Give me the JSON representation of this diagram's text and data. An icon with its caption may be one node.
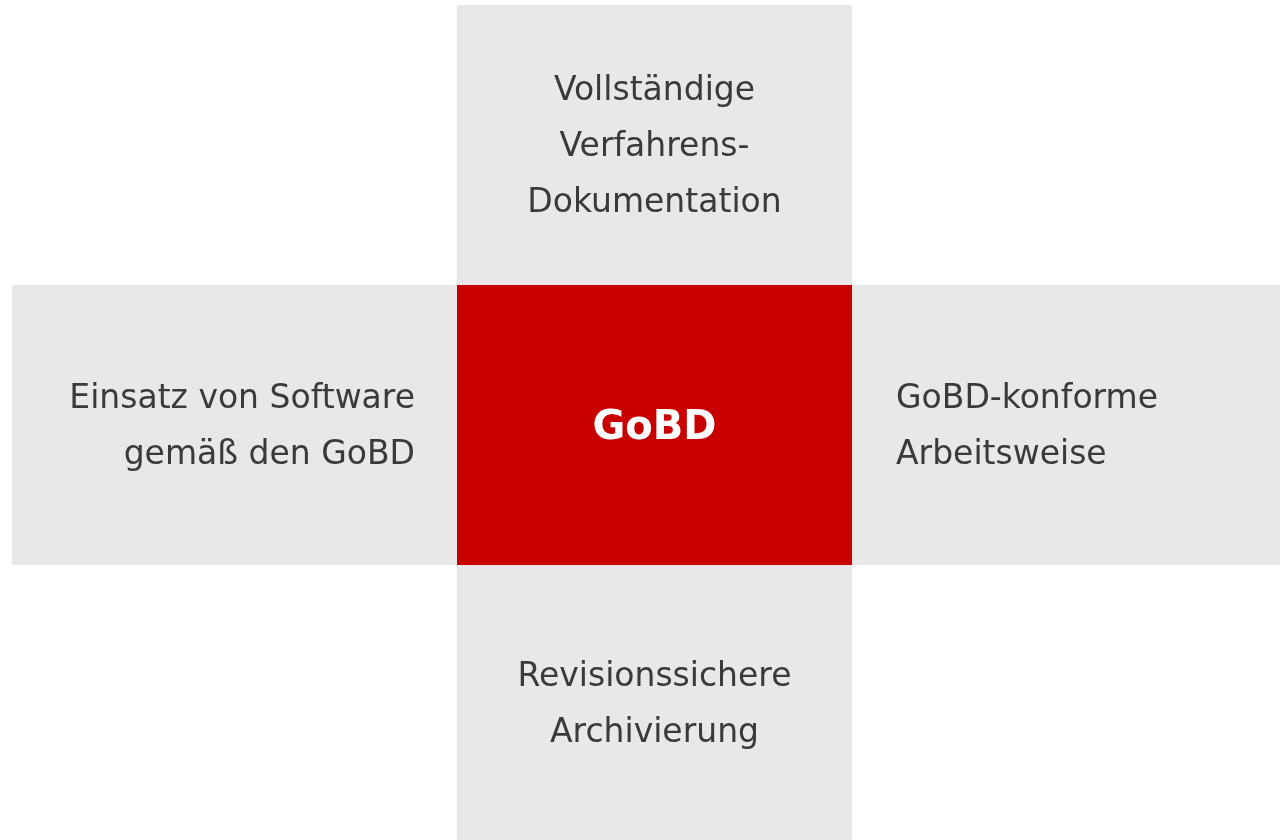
{
  "diagram": {
    "nodes": [
      {
        "text": [
          "Vollständige Verfahrens-Dokumentation"
        ]
      },
      {
        "text": [
          "Einsatz von Software gemäß den GoBD"
        ]
      },
      {
        "text": [
          "GoBD"
        ]
      },
      {
        "text": [
          "GoBD-konforme Arbeitsweise"
        ]
      },
      {
        "text": [
          "Revisionssichere Archivierung"
        ]
      }
    ]
  }
}
